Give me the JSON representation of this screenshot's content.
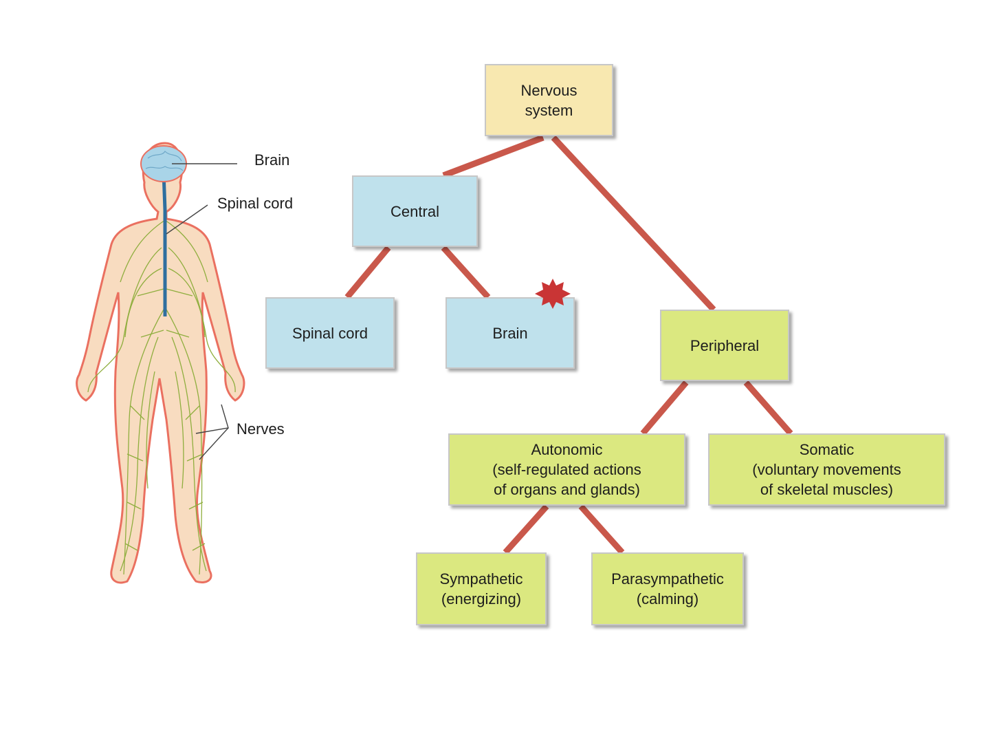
{
  "colors": {
    "central": "#bfe1ec",
    "nervous_system": "#f8e8b0",
    "peripheral": "#dbe880",
    "connector": "#c9584b",
    "body_outline": "#ea7060",
    "nerves": "#8fae3e",
    "brain": "#a9d4e8",
    "star": "#c93535"
  },
  "body_labels": {
    "brain": "Brain",
    "spinal_cord": "Spinal cord",
    "nerves": "Nerves"
  },
  "tree": {
    "nervous_system": [
      "Nervous",
      "system"
    ],
    "central": [
      "Central"
    ],
    "spinal_cord": [
      "Spinal cord"
    ],
    "brain": [
      "Brain"
    ],
    "peripheral": [
      "Peripheral"
    ],
    "autonomic": [
      "Autonomic",
      "(self-regulated actions",
      "of organs and glands)"
    ],
    "somatic": [
      "Somatic",
      "(voluntary movements",
      "of skeletal muscles)"
    ],
    "sympathetic": [
      "Sympathetic",
      "(energizing)"
    ],
    "parasympathetic": [
      "Parasympathetic",
      "(calming)"
    ]
  },
  "icons": {
    "body": "human-body-icon",
    "marker": "star-marker-icon"
  }
}
